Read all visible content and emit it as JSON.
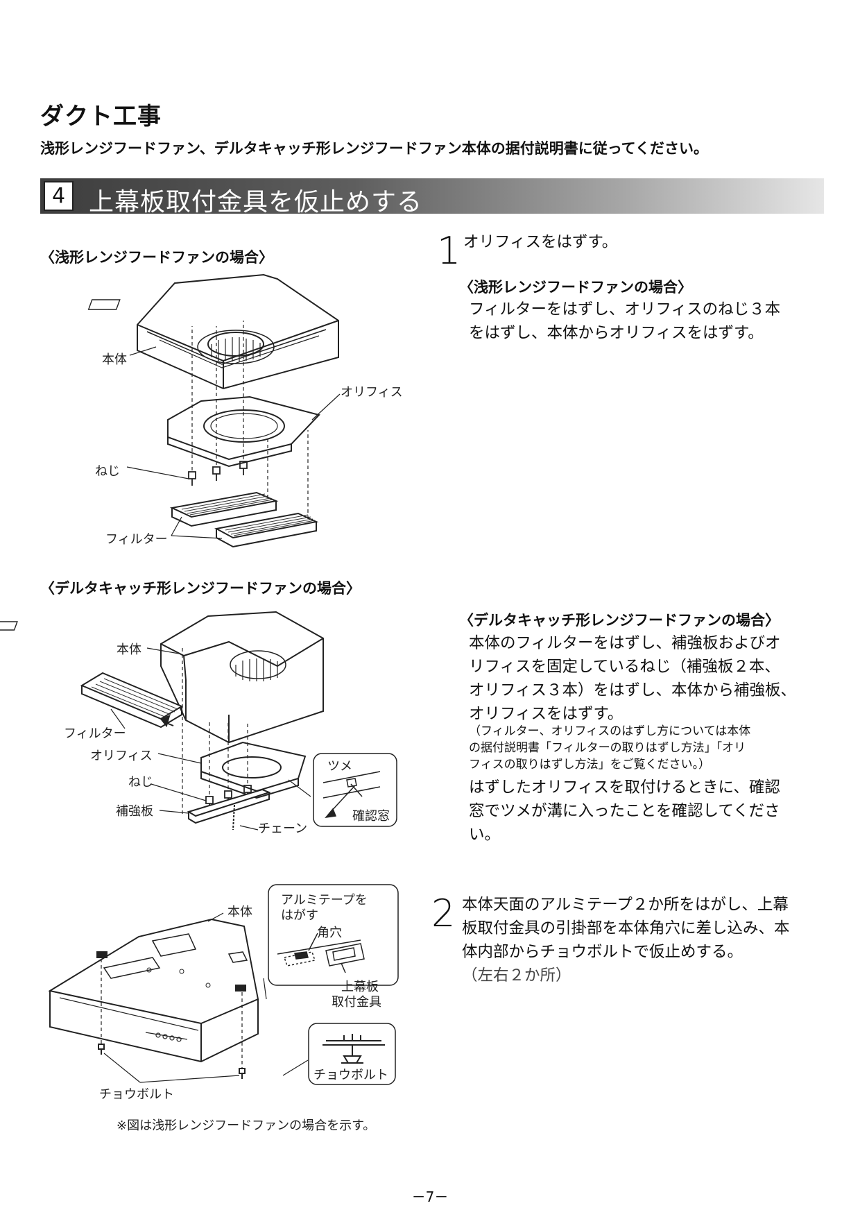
{
  "header": {
    "title": "ダクト工事",
    "intro": "浅形レンジフードファン、デルタキャッチ形レンジフードファン本体の据付説明書に従ってください。"
  },
  "step": {
    "number": "4",
    "title": "上幕板取付金具を仮止めする"
  },
  "fig1": {
    "caption": "〈浅形レンジフードファンの場合〉",
    "labels": {
      "body": "本体",
      "orifice": "オリフィス",
      "screw": "ねじ",
      "filter": "フィルター"
    }
  },
  "fig2": {
    "caption": "〈デルタキャッチ形レンジフードファンの場合〉",
    "labels": {
      "body": "本体",
      "filter": "フィルター",
      "orifice": "オリフィス",
      "screw": "ねじ",
      "plate": "補強板",
      "chain": "チェーン"
    },
    "inset": {
      "tab": "ツメ",
      "window": "確認窓"
    }
  },
  "fig3": {
    "labels": {
      "body": "本体",
      "bolt": "チョウボルト"
    },
    "inset": {
      "tape_line1": "アルミテープを",
      "tape_line2": "はがす",
      "hole": "角穴",
      "bracket_line1": "上幕板",
      "bracket_line2": "取付金具"
    },
    "bolt_inset": "チョウボルト",
    "note": "※図は浅形レンジフードファンの場合を示す。"
  },
  "instructions": {
    "step1": {
      "num": "1",
      "heading": "オリフィスをはずす。",
      "case1": {
        "title": "〈浅形レンジフードファンの場合〉",
        "line1": "フィルターをはずし、オリフィスのねじ３本",
        "line2": "をはずし、本体からオリフィスをはずす。"
      },
      "case2": {
        "title": "〈デルタキャッチ形レンジフードファンの場合〉",
        "line1": "本体のフィルターをはずし、補強板およびオ",
        "line2": "リフィスを固定しているねじ（補強板２本、",
        "line3": "オリフィス３本）をはずし、本体から補強板、",
        "line4": "オリフィスをはずす。",
        "note1": "（フィルター、オリフィスのはずし方については本体",
        "note2": "の据付説明書「フィルターの取りはずし方法」「オリ",
        "note3": "フィスの取りはずし方法」をご覧ください。）",
        "check1": "はずしたオリフィスを取付けるときに、確認",
        "check2": "窓でツメが溝に入ったことを確認してくださ",
        "check3": "い。"
      }
    },
    "step2": {
      "num": "2",
      "line1": "本体天面のアルミテープ２か所をはがし、上幕",
      "line2": "板取付金具の引掛部を本体角穴に差し込み、本",
      "line3": "体内部からチョウボルトで仮止めする。",
      "line4": "（左右２か所）"
    }
  },
  "footer": {
    "page": "－7－"
  }
}
